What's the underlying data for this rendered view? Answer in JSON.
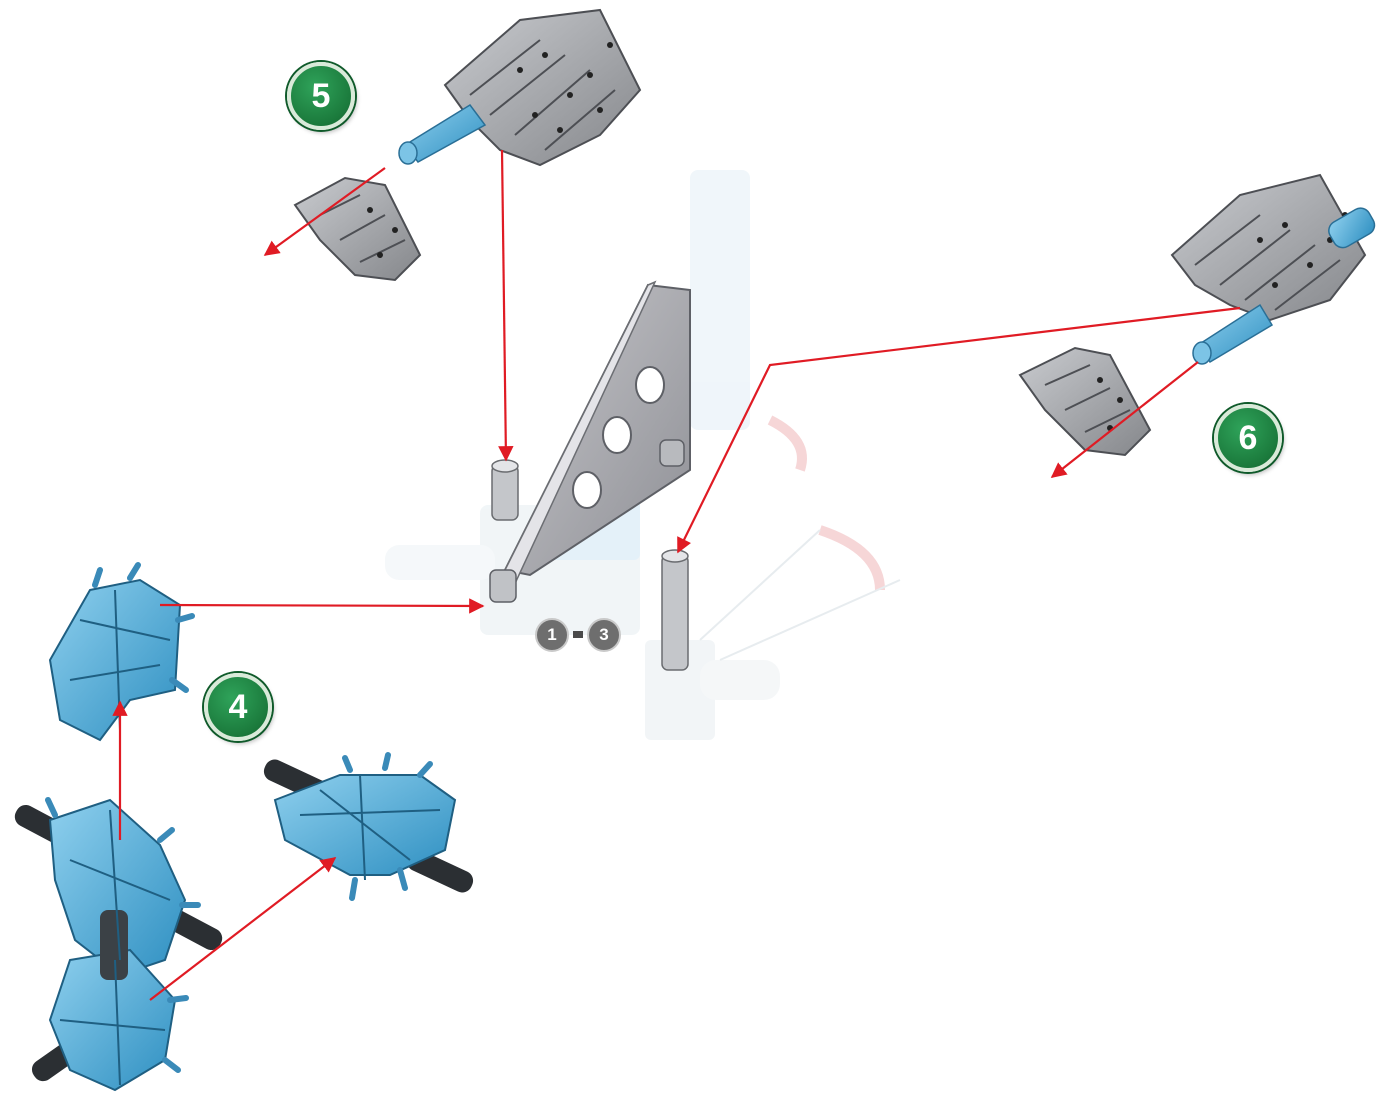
{
  "steps": [
    {
      "number": "4"
    },
    {
      "number": "5"
    },
    {
      "number": "6"
    }
  ],
  "reference": {
    "from": "1",
    "to": "3"
  },
  "colors": {
    "arrow": "#e01b24",
    "step_badge": "#1f8a45",
    "blue_part": "#4fa9d6",
    "grey_part": "#9a9ca0",
    "dark_part": "#2b2f33",
    "ghost_part": "#d7e6ee"
  }
}
